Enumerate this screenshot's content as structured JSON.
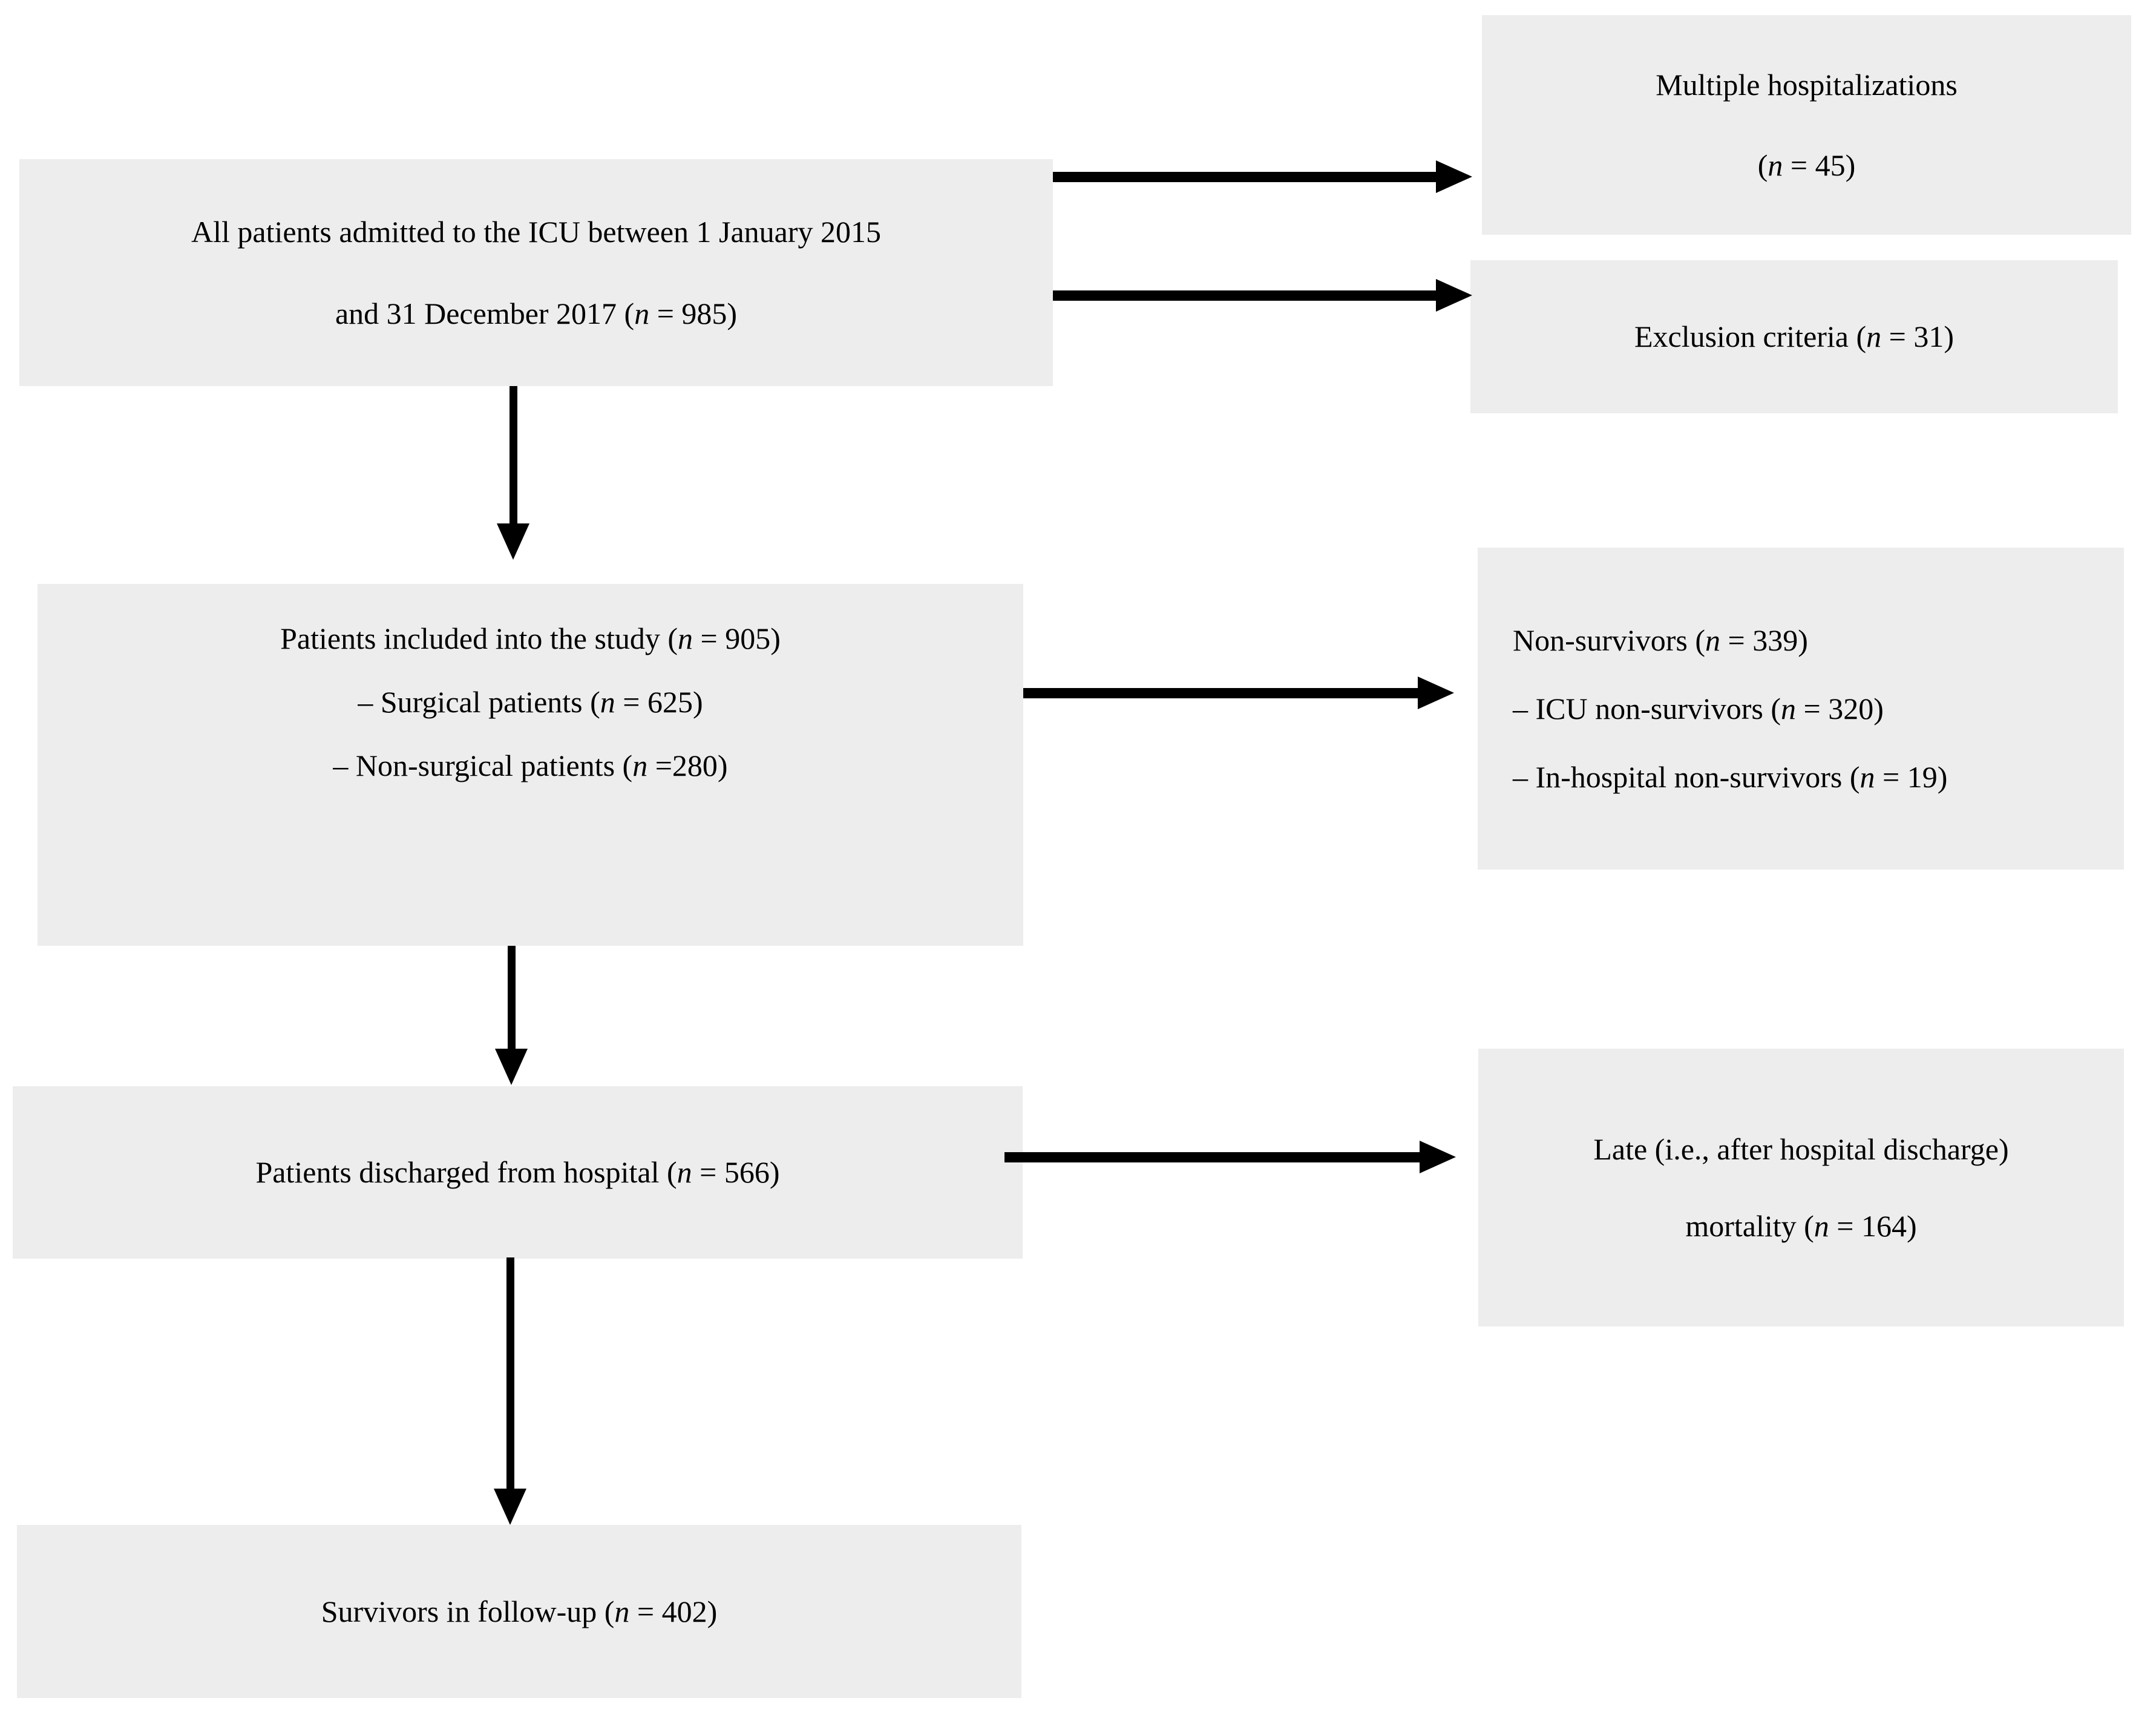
{
  "colors": {
    "background": "#ffffff",
    "box_fill": "#ededed",
    "arrow": "#000000",
    "text": "#000000"
  },
  "boxes": {
    "all_patients": {
      "lines": [
        "All patients admitted to the ICU between 1 January 2015",
        "and 31 December 2017 (n = 985)"
      ]
    },
    "included": {
      "lines": [
        "Patients included into the study (n = 905)",
        "– Surgical patients (n = 625)",
        "– Non-surgical patients (n =280)"
      ]
    },
    "discharged": {
      "lines": [
        "Patients discharged from hospital (n = 566)"
      ]
    },
    "survivors": {
      "lines": [
        "Survivors in follow-up (n = 402)"
      ]
    },
    "multiple_hospitalizations": {
      "lines": [
        "Multiple hospitalizations",
        "(n = 45)"
      ]
    },
    "exclusion_criteria": {
      "lines": [
        "Exclusion criteria (n = 31)"
      ]
    },
    "non_survivors": {
      "lines": [
        "Non-survivors (n = 339)",
        "– ICU non-survivors (n = 320)",
        "– In-hospital non-survivors (n = 19)"
      ]
    },
    "late_mortality": {
      "lines": [
        "Late (i.e., after hospital discharge)",
        "mortality (n = 164)"
      ]
    }
  }
}
